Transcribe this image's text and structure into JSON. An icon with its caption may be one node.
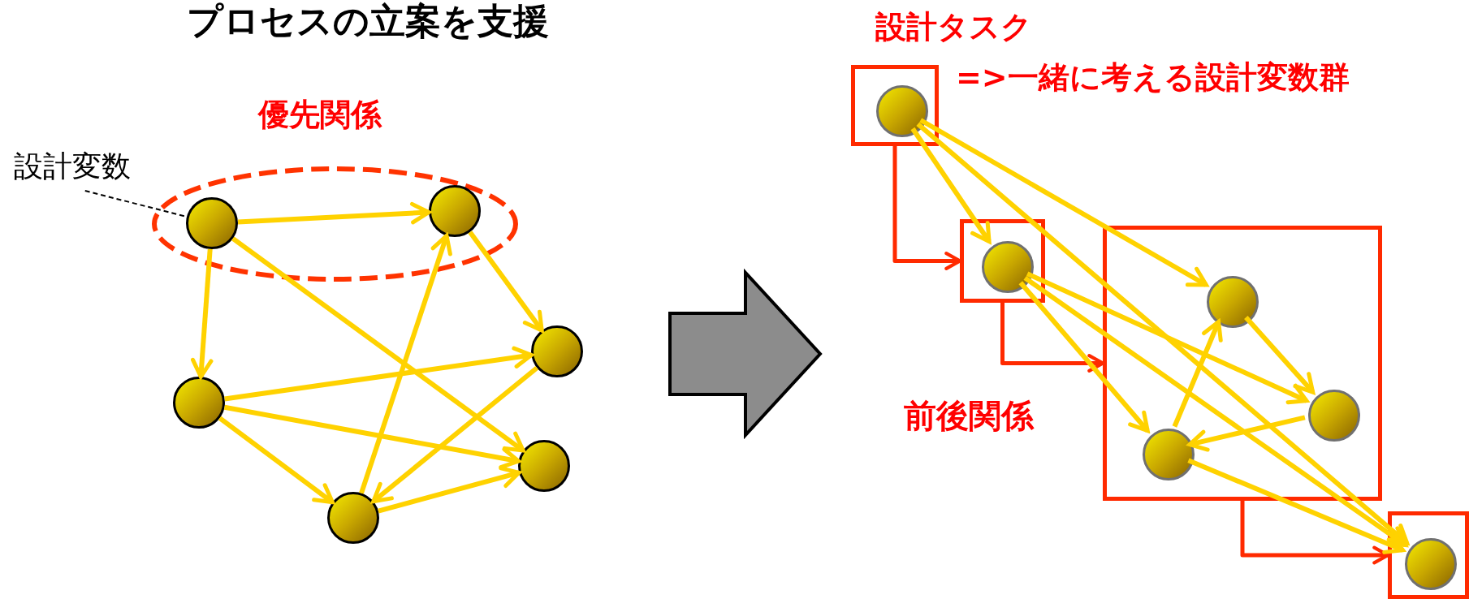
{
  "diagram": {
    "title": "プロセスの立案を支援",
    "nodes": [
      {
        "text": [
          "設計変数"
        ]
      },
      {
        "text": [
          "優先関係"
        ]
      },
      {
        "text": [],
        "shape": "circle",
        "in": 1
      },
      {
        "text": [],
        "shape": "circle",
        "in": 1
      },
      {
        "text": [],
        "shape": "circle"
      },
      {
        "text": [],
        "shape": "circle"
      },
      {
        "text": [],
        "shape": "circle"
      },
      {
        "text": [],
        "shape": "circle"
      },
      {
        "text": [],
        "shape": "box"
      },
      {
        "text": [],
        "shape": "circle",
        "in": 8
      },
      {
        "text": [],
        "shape": "box"
      },
      {
        "text": [],
        "shape": "circle",
        "in": 10
      },
      {
        "text": [],
        "shape": "box"
      },
      {
        "text": [],
        "shape": "circle",
        "in": 12
      },
      {
        "text": [],
        "shape": "circle",
        "in": 12
      },
      {
        "text": [],
        "shape": "circle",
        "in": 12
      },
      {
        "text": [],
        "shape": "box"
      },
      {
        "text": [],
        "shape": "circle",
        "in": 16
      }
    ],
    "edges": [
      {
        "from": 0,
        "to": 2,
        "arrow": "none",
        "style": "dashed",
        "color": "#000000"
      },
      {
        "from": 2,
        "to": 3,
        "arrow": "to"
      },
      {
        "from": 2,
        "to": 5,
        "arrow": "to"
      },
      {
        "from": 2,
        "to": 6,
        "arrow": "to"
      },
      {
        "from": 3,
        "to": 4,
        "arrow": "to"
      },
      {
        "from": 5,
        "to": 4,
        "arrow": "to"
      },
      {
        "from": 5,
        "to": 6,
        "arrow": "to"
      },
      {
        "from": 5,
        "to": 7,
        "arrow": "to"
      },
      {
        "from": 7,
        "to": 3,
        "arrow": "to"
      },
      {
        "from": 4,
        "to": 7,
        "arrow": "to"
      },
      {
        "from": 7,
        "to": 6,
        "arrow": "to"
      },
      {
        "from": 8,
        "to": 10,
        "arrow": "to",
        "color": "#ff2a00"
      },
      {
        "from": 10,
        "to": 12,
        "arrow": "to",
        "color": "#ff2a00"
      },
      {
        "from": 12,
        "to": 16,
        "arrow": "to",
        "color": "#ff2a00"
      },
      {
        "from": 9,
        "to": 11,
        "arrow": "to"
      },
      {
        "from": 9,
        "to": 13,
        "arrow": "to"
      },
      {
        "from": 9,
        "to": 17,
        "arrow": "to"
      },
      {
        "from": 11,
        "to": 14,
        "arrow": "to"
      },
      {
        "from": 11,
        "to": 15,
        "arrow": "to"
      },
      {
        "from": 11,
        "to": 17,
        "arrow": "to"
      },
      {
        "from": 13,
        "to": 14,
        "arrow": "to"
      },
      {
        "from": 14,
        "to": 15,
        "arrow": "to"
      },
      {
        "from": 15,
        "to": 13,
        "arrow": "to"
      },
      {
        "from": 15,
        "to": 17,
        "arrow": "to"
      }
    ],
    "labels": [
      "設計タスク",
      "=>一緒に考える設計変数群",
      "前後関係"
    ]
  }
}
